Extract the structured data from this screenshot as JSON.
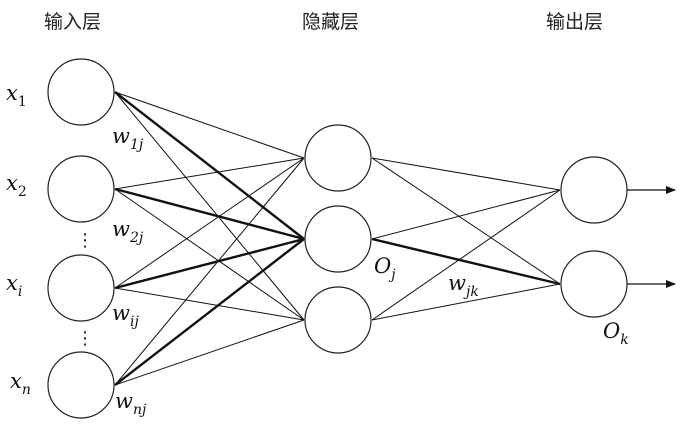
{
  "layers": {
    "input": {
      "title": "输入层"
    },
    "hidden": {
      "title": "隐藏层"
    },
    "output": {
      "title": "输出层"
    }
  },
  "input_nodes": [
    {
      "var": "x",
      "sub": "1",
      "weight_var": "w",
      "weight_sub": "1j"
    },
    {
      "var": "x",
      "sub": "2",
      "weight_var": "w",
      "weight_sub": "2j"
    },
    {
      "var": "x",
      "sub": "i",
      "weight_var": "w",
      "weight_sub": "ij"
    },
    {
      "var": "x",
      "sub": "n",
      "weight_var": "w",
      "weight_sub": "nj"
    }
  ],
  "ellipsis": "⋮",
  "hidden_nodes": 3,
  "hidden_label": {
    "var": "O",
    "sub": "j"
  },
  "hidden_output_weight": {
    "var": "w",
    "sub": "jk"
  },
  "output_nodes": 2,
  "output_label": {
    "var": "O",
    "sub": "k"
  },
  "highlight": {
    "hidden_index": 1,
    "output_index": 1
  }
}
